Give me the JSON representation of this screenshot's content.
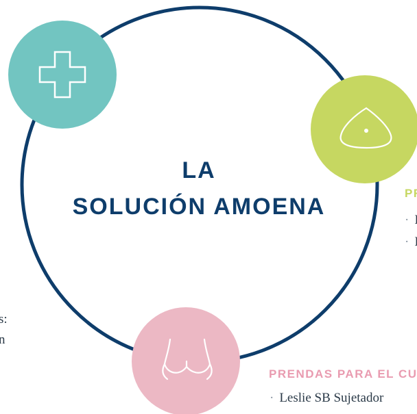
{
  "center_title": {
    "line1": "LA",
    "line2": "SOLUCIÓN AMOENA"
  },
  "nodes": {
    "health": {
      "icon": "medical-cross-icon",
      "color": "#72c5c1"
    },
    "breast_form": {
      "icon": "breast-form-icon",
      "color": "#c6d761"
    },
    "lingerie": {
      "icon": "bra-icon",
      "color": "#ecb8c4"
    }
  },
  "left_text": {
    "line1": "s:",
    "line2": "n"
  },
  "right_section": {
    "heading": "PR",
    "heading_color": "#c6d761",
    "items": [
      "I",
      "I"
    ]
  },
  "bottom_section": {
    "heading": "PRENDAS PARA EL CU",
    "heading_color": "#e99bb0",
    "items": [
      "Leslie SB Sujetador"
    ]
  },
  "ring_color": "#0e3d6b"
}
